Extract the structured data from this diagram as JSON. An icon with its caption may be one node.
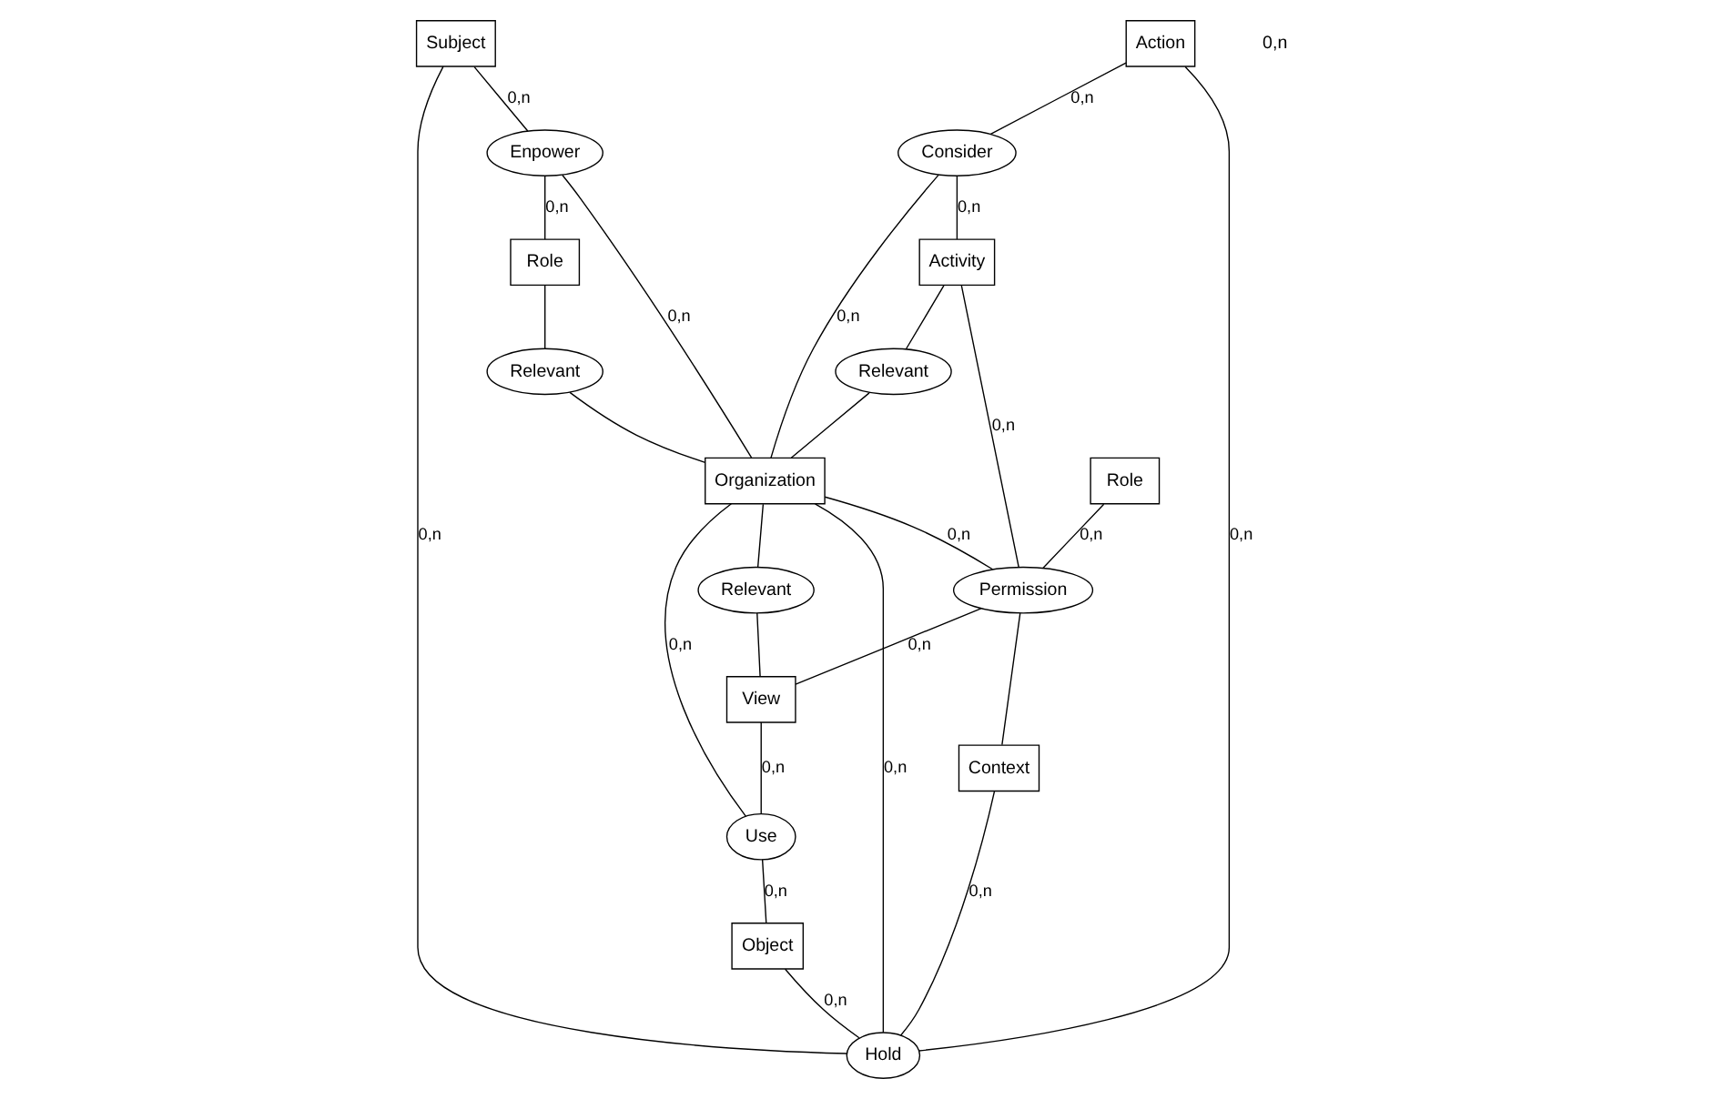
{
  "diagram": {
    "nodes": [
      {
        "text": [
          "Subject"
        ]
      },
      {
        "text": [
          "Enpower"
        ]
      },
      {
        "text": [
          "Role"
        ]
      },
      {
        "text": [
          "Action"
        ]
      },
      {
        "text": [
          "Relevant"
        ]
      },
      {
        "text": [
          "Consider"
        ]
      },
      {
        "text": [
          "Organization"
        ]
      },
      {
        "text": [
          "Activity"
        ]
      },
      {
        "text": [
          "Relevant"
        ]
      },
      {
        "text": [
          "Relevant"
        ]
      },
      {
        "text": [
          "Use"
        ]
      },
      {
        "text": [
          "View"
        ]
      },
      {
        "text": [
          "Role"
        ]
      },
      {
        "text": [
          "Permission"
        ]
      },
      {
        "text": [
          "Object"
        ]
      },
      {
        "text": [
          "Context"
        ]
      },
      {
        "text": [
          "Hold"
        ]
      }
    ],
    "edges": [
      {
        "from": 0,
        "to": 1,
        "arrow": "none",
        "label": "0,n"
      },
      {
        "from": 1,
        "to": 2,
        "arrow": "none",
        "label": "0,n"
      },
      {
        "from": 1,
        "to": 6,
        "arrow": "none",
        "label": "0,n"
      },
      {
        "from": 2,
        "to": 4,
        "arrow": "none"
      },
      {
        "from": 4,
        "to": 6,
        "arrow": "none"
      },
      {
        "from": 3,
        "to": 5,
        "arrow": "none",
        "label": "0,n"
      },
      {
        "from": 5,
        "to": 6,
        "arrow": "none",
        "label": "0,n"
      },
      {
        "from": 5,
        "to": 7,
        "arrow": "none",
        "label": "0,n"
      },
      {
        "from": 7,
        "to": 8,
        "arrow": "none"
      },
      {
        "from": 8,
        "to": 6,
        "arrow": "none"
      },
      {
        "from": 6,
        "to": 9,
        "arrow": "none"
      },
      {
        "from": 9,
        "to": 11,
        "arrow": "none"
      },
      {
        "from": 6,
        "to": 10,
        "arrow": "none",
        "label": "0,n"
      },
      {
        "from": 11,
        "to": 10,
        "arrow": "none",
        "label": "0,n"
      },
      {
        "from": 6,
        "to": 13,
        "arrow": "none",
        "label": "0,n"
      },
      {
        "from": 6,
        "to": 16,
        "arrow": "none",
        "label": "0,n"
      },
      {
        "from": 13,
        "to": 11,
        "arrow": "none",
        "label": "0,n"
      },
      {
        "from": 10,
        "to": 14,
        "arrow": "none",
        "label": "0,n"
      },
      {
        "from": 14,
        "to": 16,
        "arrow": "none",
        "label": "0,n"
      },
      {
        "from": 12,
        "to": 13,
        "arrow": "none",
        "label": "0,n"
      },
      {
        "from": 7,
        "to": 13,
        "arrow": "none",
        "label": "0,n"
      },
      {
        "from": 13,
        "to": 15,
        "arrow": "none"
      },
      {
        "from": 15,
        "to": 16,
        "arrow": "none",
        "label": "0,n"
      },
      {
        "from": 0,
        "to": 16,
        "arrow": "none",
        "label": "0,n"
      },
      {
        "from": 3,
        "to": 16,
        "arrow": "none",
        "label": "0,n"
      }
    ],
    "labels": [
      "0,n"
    ]
  }
}
